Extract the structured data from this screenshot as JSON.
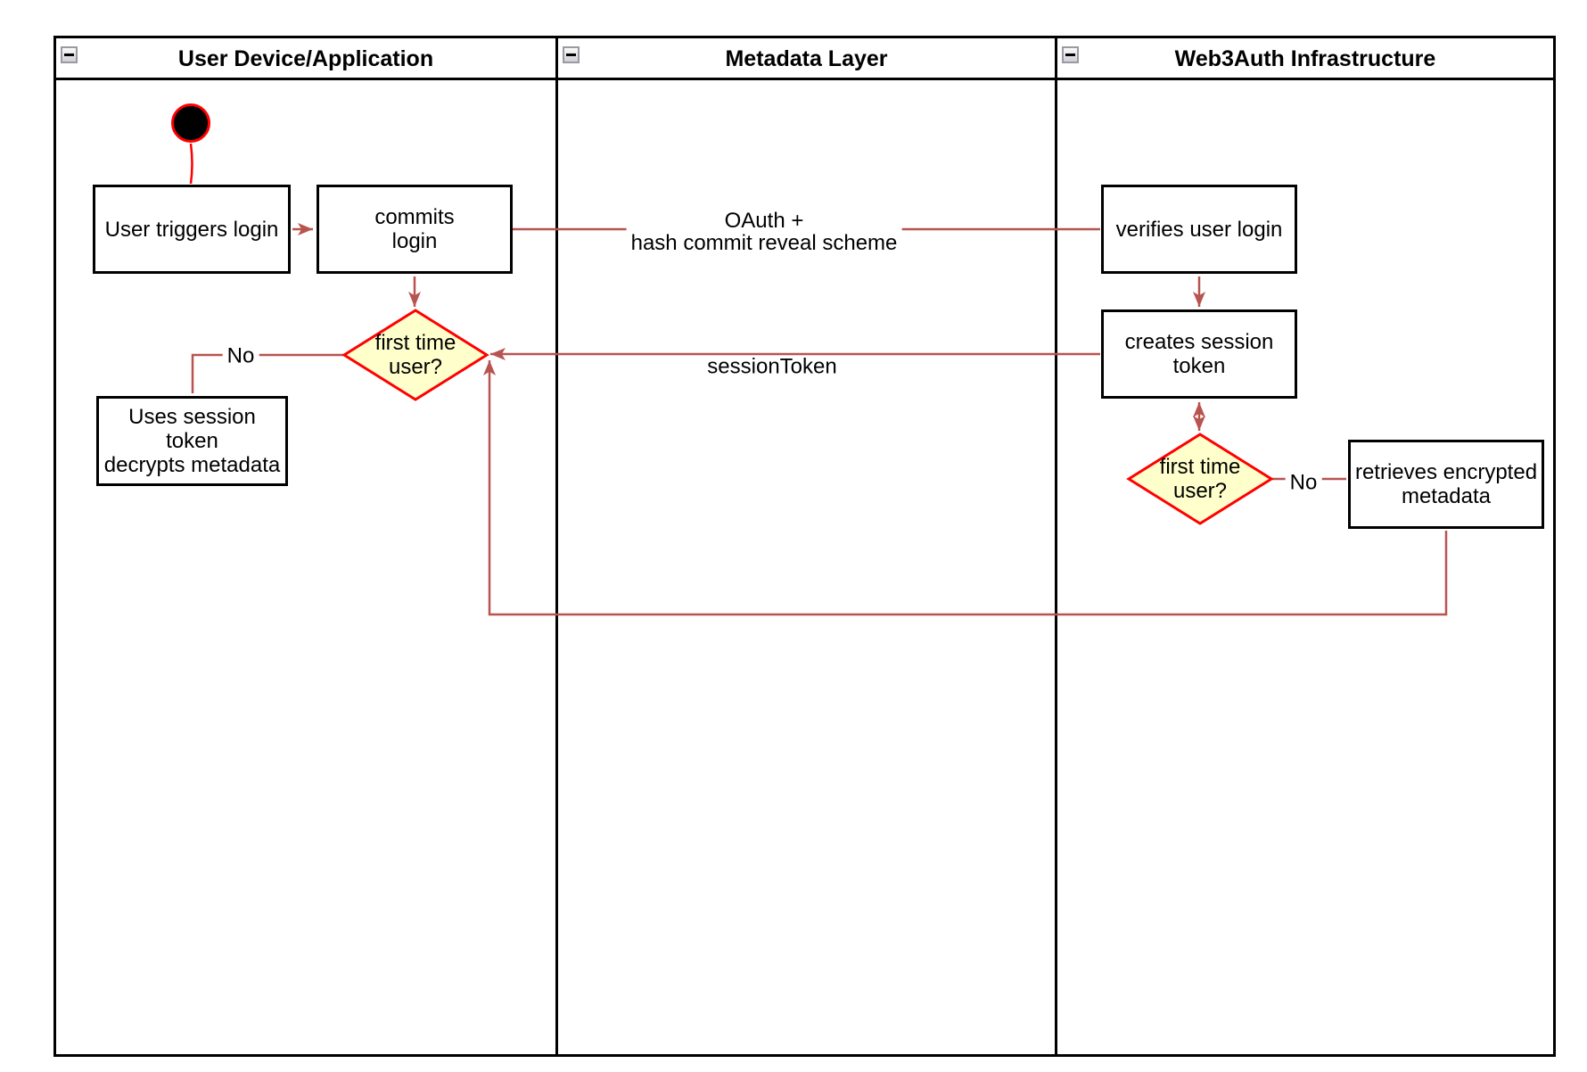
{
  "lanes": [
    {
      "title": "User Device/Application"
    },
    {
      "title": "Metadata Layer"
    },
    {
      "title": "Web3Auth Infrastructure"
    }
  ],
  "nodes": {
    "user_triggers_login": {
      "label": "User triggers login"
    },
    "commits_login": {
      "label": "commits\nlogin"
    },
    "first_time_user_left": {
      "label": "first time\nuser?"
    },
    "uses_session_token": {
      "label": "Uses session\ntoken\ndecrypts metadata"
    },
    "verifies_user_login": {
      "label": "verifies user login"
    },
    "creates_session_token": {
      "label": "creates session\ntoken"
    },
    "first_time_user_right": {
      "label": "first time\nuser?"
    },
    "retrieves_encrypted_metadata": {
      "label": "retrieves encrypted\nmetadata"
    }
  },
  "edges": {
    "oauth": {
      "label": "OAuth +\nhash commit reveal scheme"
    },
    "session_token": {
      "label": "sessionToken"
    },
    "no_left": {
      "label": "No"
    },
    "no_right": {
      "label": "No"
    }
  },
  "colors": {
    "connector": "#b85450",
    "start_line": "#ff0000",
    "decision_fill": "#ffffcc",
    "decision_stroke": "#ff0000",
    "node_border": "#000000",
    "lane_border": "#000000"
  }
}
